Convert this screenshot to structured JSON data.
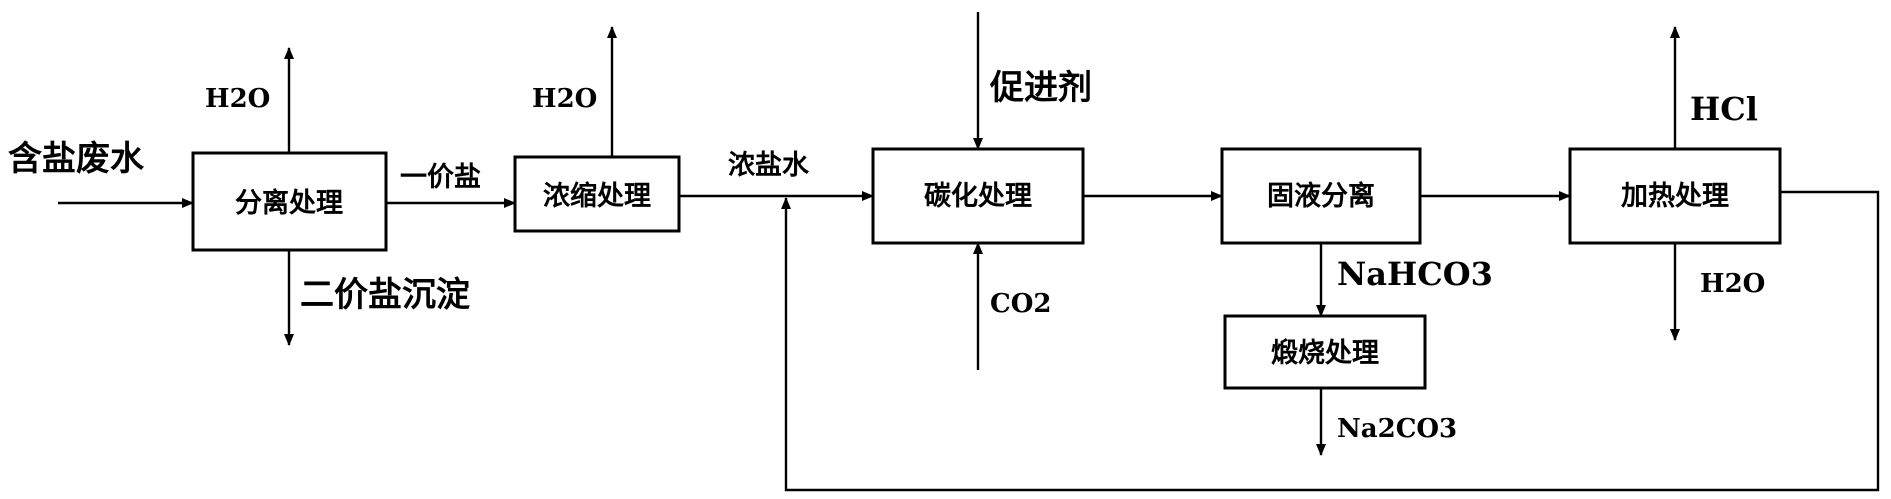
{
  "input": {
    "label": "含盐废水"
  },
  "nodes": {
    "separation": "分离处理",
    "concentration": "浓缩处理",
    "carbonation": "碳化处理",
    "solid_liquid": "固液分离",
    "calcination": "煅烧处理",
    "heating": "加热处理"
  },
  "flows": {
    "h2o_1": "H2O",
    "h2o_2": "H2O",
    "monovalent_salt": "一价盐",
    "divalent_precipitate": "二价盐沉淀",
    "brine": "浓盐水",
    "promoter": "促进剂",
    "co2": "CO2",
    "nahco3": "NaHCO3",
    "na2co3": "Na2CO3",
    "hcl": "HCl",
    "h2o_3": "H2O"
  }
}
